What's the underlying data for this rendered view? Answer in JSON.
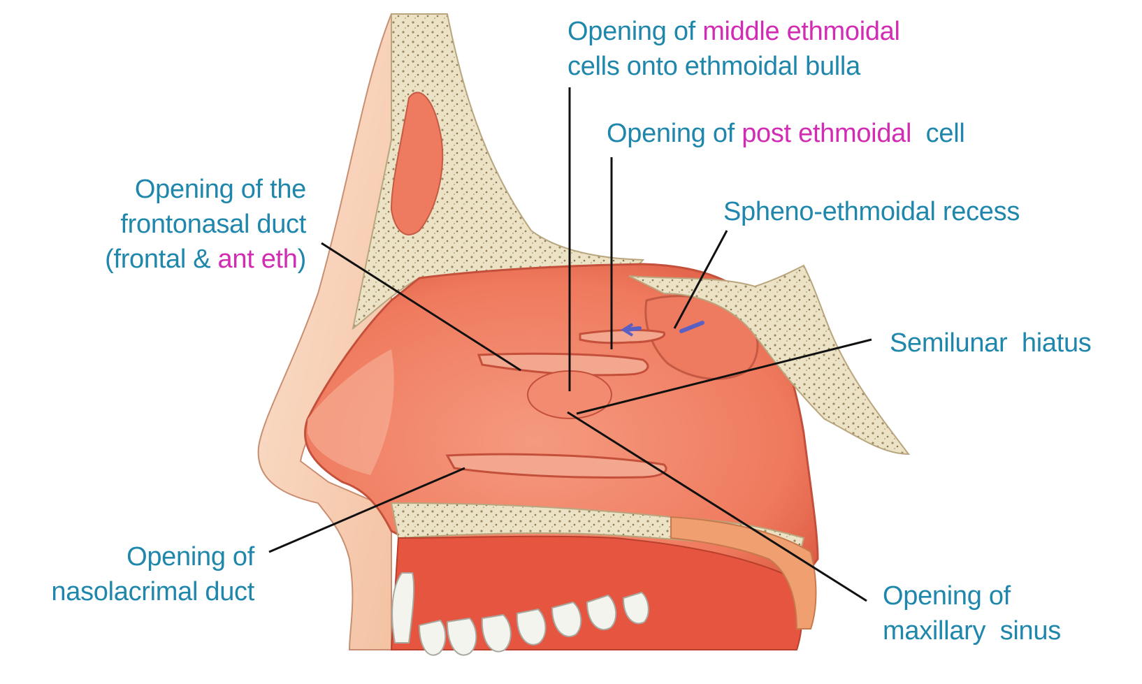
{
  "colors": {
    "label_text": "#1f86ac",
    "highlight_text": "#d22bb4",
    "leader_line": "#111111",
    "mucosa": "#f3836c",
    "mucosa_dark": "#d9563f",
    "skin": "#f8d3b8",
    "bone": "#ece2c6",
    "bone_speck": "#9c8a62",
    "tooth": "#f4f4ee",
    "arrow": "#5a5fc4"
  },
  "labels": {
    "middle_ethmoidal": {
      "line1_pre": "Opening of ",
      "line1_hl": "middle ethmoidal",
      "line2": "cells onto ethmoidal bulla"
    },
    "post_ethmoidal": {
      "pre": "Opening of ",
      "hl": "post ethmoidal",
      "post": "  cell"
    },
    "frontonasal": {
      "line1": "Opening of the",
      "line2": "frontonasal duct",
      "line3_pre": "(frontal & ",
      "line3_hl": "ant eth",
      "line3_post": ")"
    },
    "spheno_ethmoidal": {
      "text": "Spheno-ethmoidal recess"
    },
    "semilunar": {
      "text": "Semilunar  hiatus"
    },
    "nasolacrimal": {
      "line1": "Opening of",
      "line2": "nasolacrimal duct"
    },
    "maxillary": {
      "line1": "Opening of",
      "line2": "maxillary  sinus"
    }
  }
}
